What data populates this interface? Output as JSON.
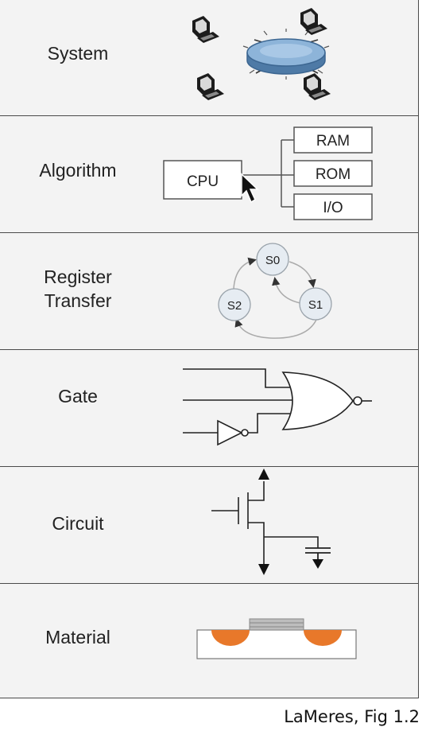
{
  "levels": [
    {
      "id": "system",
      "label": "System"
    },
    {
      "id": "algorithm",
      "label": "Algorithm"
    },
    {
      "id": "register-transfer",
      "label": "Register Transfer"
    },
    {
      "id": "gate",
      "label": "Gate"
    },
    {
      "id": "circuit",
      "label": "Circuit"
    },
    {
      "id": "material",
      "label": "Material"
    }
  ],
  "algorithm": {
    "cpu": "CPU",
    "ram": "RAM",
    "rom": "ROM",
    "io": "I/O"
  },
  "register_transfer": {
    "s0": "S0",
    "s1": "S1",
    "s2": "S2"
  },
  "caption": "LaMeres, Fig 1.2",
  "colors": {
    "border": "#4a4a4a",
    "panel": "#f3f3f3",
    "state_fill": "#e6ecf2",
    "doping": "#e8782a",
    "disk": "#7fa9cf"
  },
  "icons": [
    "computer-icon",
    "server-disk-icon",
    "mouse-cursor-icon",
    "or-gate-icon",
    "inverter-icon",
    "transistor-icon",
    "capacitor-icon"
  ]
}
